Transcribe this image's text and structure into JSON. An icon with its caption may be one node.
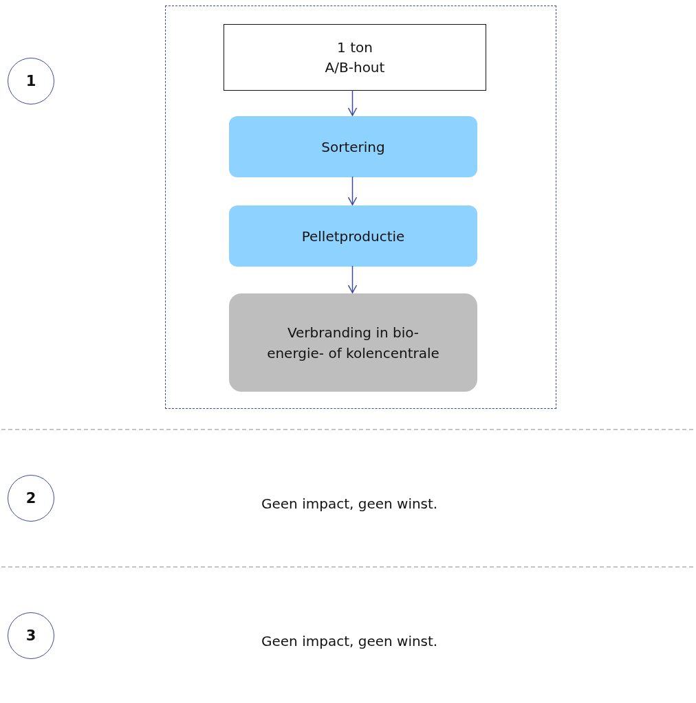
{
  "diagram": {
    "nodes": [
      {
        "text": [
          "1"
        ]
      },
      {
        "text": [],
        "shape": "box"
      },
      {
        "text": [
          "1 ton A/B-hout"
        ],
        "in": 1
      },
      {
        "text": [
          "Sortering"
        ],
        "in": 1
      },
      {
        "text": [
          "Pelletproductie"
        ],
        "in": 1
      },
      {
        "text": [
          "Verbranding in bio-energie- of kolencentrale"
        ],
        "in": 1
      },
      {
        "text": [
          "2"
        ]
      },
      {
        "text": [
          "3"
        ]
      }
    ],
    "edges": [
      {
        "from": 2,
        "to": 3,
        "arrow": "to"
      },
      {
        "from": 3,
        "to": 4,
        "arrow": "to"
      },
      {
        "from": 4,
        "to": 5,
        "arrow": "to"
      }
    ],
    "labels": [
      "Geen impact, geen winst.",
      "Geen impact, geen winst."
    ]
  }
}
